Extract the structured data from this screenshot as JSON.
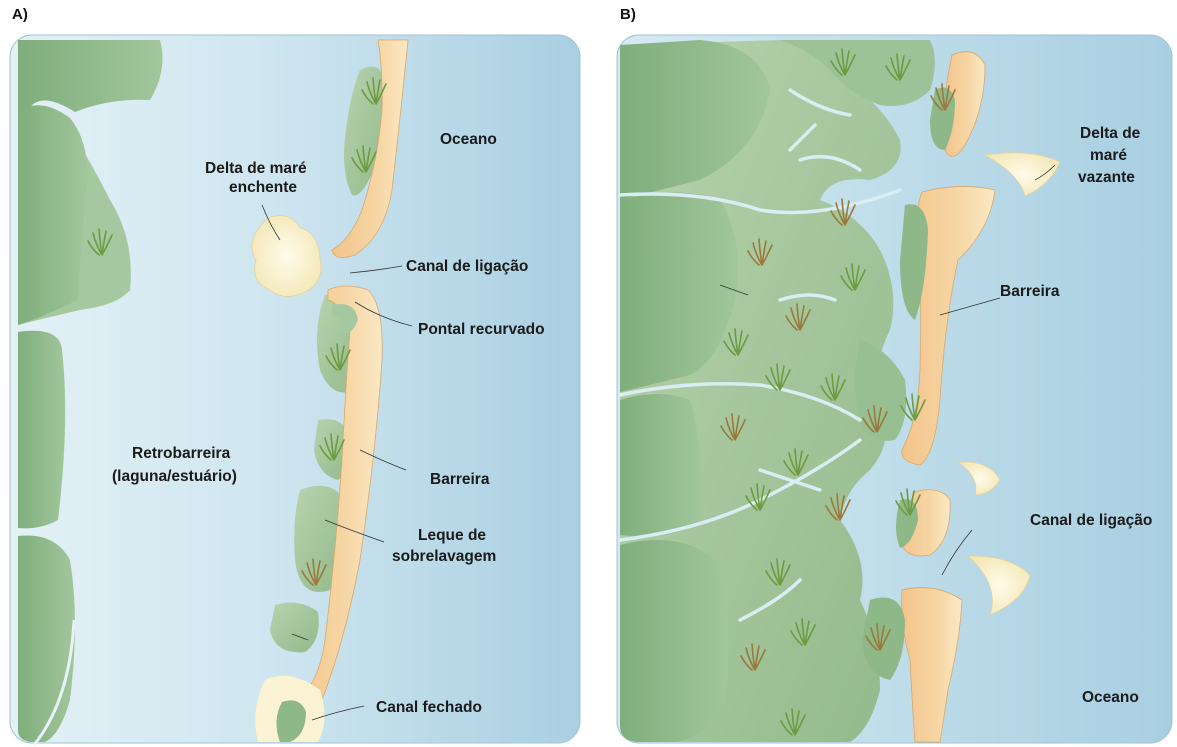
{
  "panels": {
    "a": {
      "tag": "A)",
      "labels": {
        "oceano": "Oceano",
        "delta_1": "Delta de maré",
        "delta_2": "enchente",
        "canal": "Canal de ligação",
        "pontal": "Pontal recurvado",
        "retro_1": "Retrobarreira",
        "retro_2": "(laguna/estuário)",
        "barreira": "Barreira",
        "leque_1": "Leque de",
        "leque_2": "sobrelavagem",
        "fechado": "Canal fechado"
      }
    },
    "b": {
      "tag": "B)",
      "labels": {
        "delta_1": "Delta de",
        "delta_2": "maré",
        "delta_3": "vazante",
        "barreira": "Barreira",
        "canal": "Canal de ligação",
        "oceano": "Oceano"
      }
    }
  },
  "colors": {
    "ocean": "#a9d0e2",
    "lagoon": "#d2e8f1",
    "marsh": "#a3c59b",
    "upland": "#88b285",
    "sand": "#f2c993",
    "delta": "#fbf4d8"
  }
}
